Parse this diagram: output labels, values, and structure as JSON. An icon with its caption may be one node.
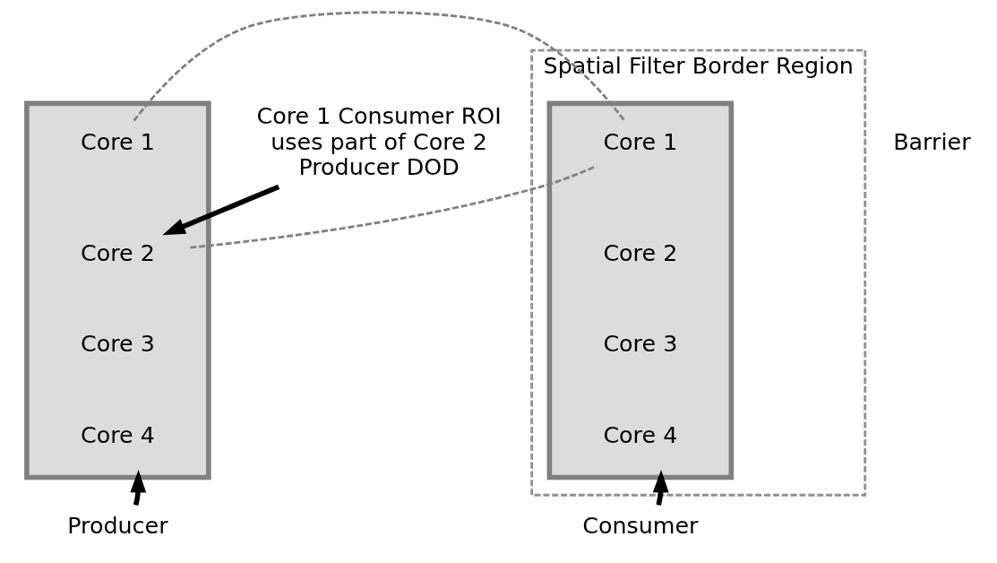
{
  "diagram": {
    "nodes": [
      {
        "text": [],
        "shape": "box"
      },
      {
        "text": [
          "Core 1"
        ],
        "in": 0
      },
      {
        "text": [
          "Core 2"
        ],
        "in": 0
      },
      {
        "text": [
          "Core 3"
        ],
        "in": 0
      },
      {
        "text": [
          "Core 4"
        ],
        "in": 0
      },
      {
        "text": [
          "Spatial Filter Border Region"
        ]
      },
      {
        "text": [],
        "shape": "box",
        "in": 5
      },
      {
        "text": [
          "Core 1"
        ],
        "in": 6
      },
      {
        "text": [
          "Core 2"
        ],
        "in": 6
      },
      {
        "text": [
          "Core 3"
        ],
        "in": 6
      },
      {
        "text": [
          "Core 4"
        ],
        "in": 6
      },
      {
        "text": [
          "Producer"
        ]
      },
      {
        "text": [
          "Consumer"
        ]
      },
      {
        "text": [
          "Core 1 Consumer ROI uses part of Core 2 Producer DOD"
        ]
      }
    ],
    "edges": [
      {
        "from": 11,
        "to": 0,
        "arrow": "to"
      },
      {
        "from": 12,
        "to": 6,
        "arrow": "to"
      },
      {
        "from": 13,
        "to": 2,
        "arrow": "to"
      },
      {
        "from": 1,
        "to": 7,
        "arrow": "none",
        "style": "dashed",
        "color": "#808080"
      },
      {
        "from": 2,
        "to": 7,
        "arrow": "none",
        "style": "dashed",
        "color": "#808080"
      }
    ],
    "labels": [
      "Barrier"
    ]
  }
}
